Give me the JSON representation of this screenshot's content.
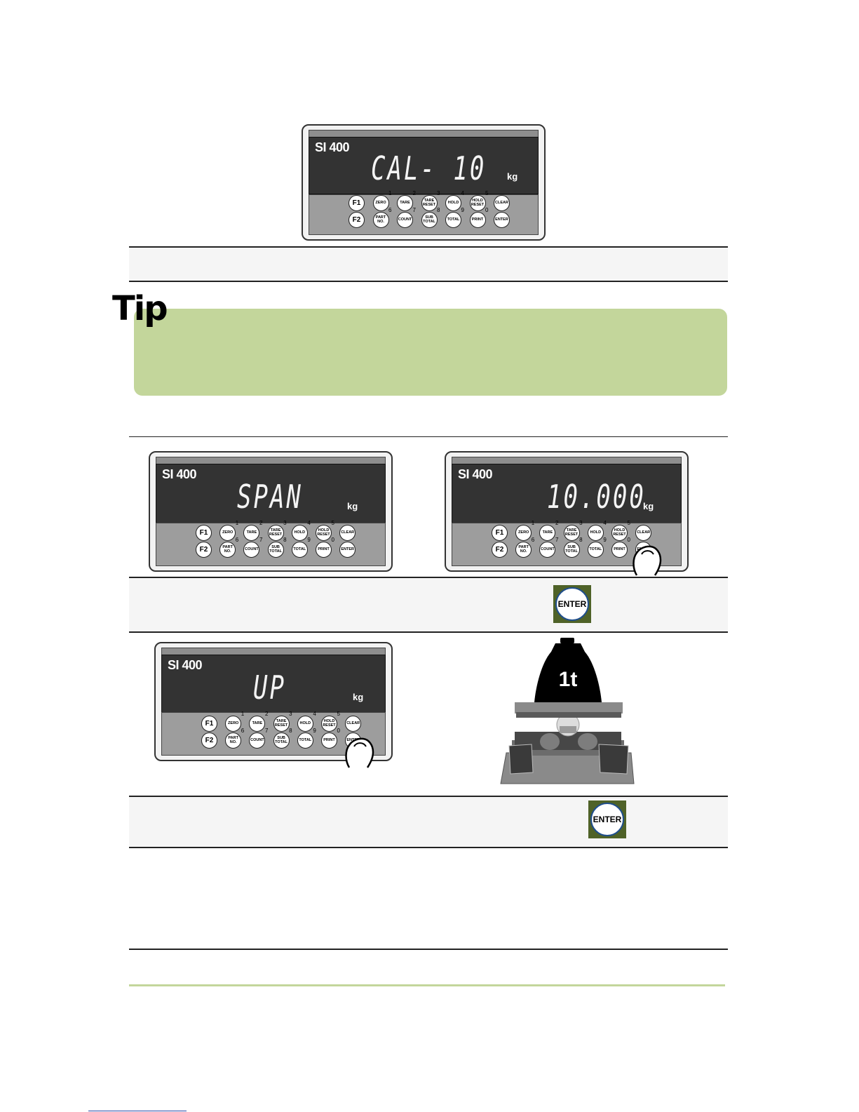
{
  "devices": [
    {
      "model": "SI 400",
      "readout": "CAL- 10",
      "unit": "kg"
    },
    {
      "model": "SI 400",
      "readout": "SPAN",
      "unit": "kg"
    },
    {
      "model": "SI 400",
      "readout": "10.000",
      "unit": "kg"
    },
    {
      "model": "SI 400",
      "readout": "UP",
      "unit": "kg"
    }
  ],
  "keypad": {
    "row1": [
      {
        "label": "F1",
        "num": ""
      },
      {
        "label": "ZERO",
        "num": "1"
      },
      {
        "label": "TARE",
        "num": "2"
      },
      {
        "label": "TARE RESET",
        "num": "3"
      },
      {
        "label": "HOLD",
        "num": "4"
      },
      {
        "label": "HOLD RESET",
        "num": "5"
      },
      {
        "label": "CLEAR",
        "num": ""
      }
    ],
    "row2": [
      {
        "label": "F2",
        "num": ""
      },
      {
        "label": "PART NO.",
        "num": "6"
      },
      {
        "label": "COUNT",
        "num": "7"
      },
      {
        "label": "SUB TOTAL",
        "num": "8"
      },
      {
        "label": "TOTAL",
        "num": "9"
      },
      {
        "label": "PRINT",
        "num": "0"
      },
      {
        "label": "ENTER",
        "num": ""
      }
    ]
  },
  "tip": {
    "title": "Tip"
  },
  "enter_buttons": [
    "ENTER",
    "ENTER"
  ],
  "weight": {
    "label": "1t"
  },
  "colors": {
    "tip_bg": "#c3d69b",
    "screen": "#333333",
    "keypad": "#9d9d9d",
    "enter_bg": "#4f6228"
  }
}
